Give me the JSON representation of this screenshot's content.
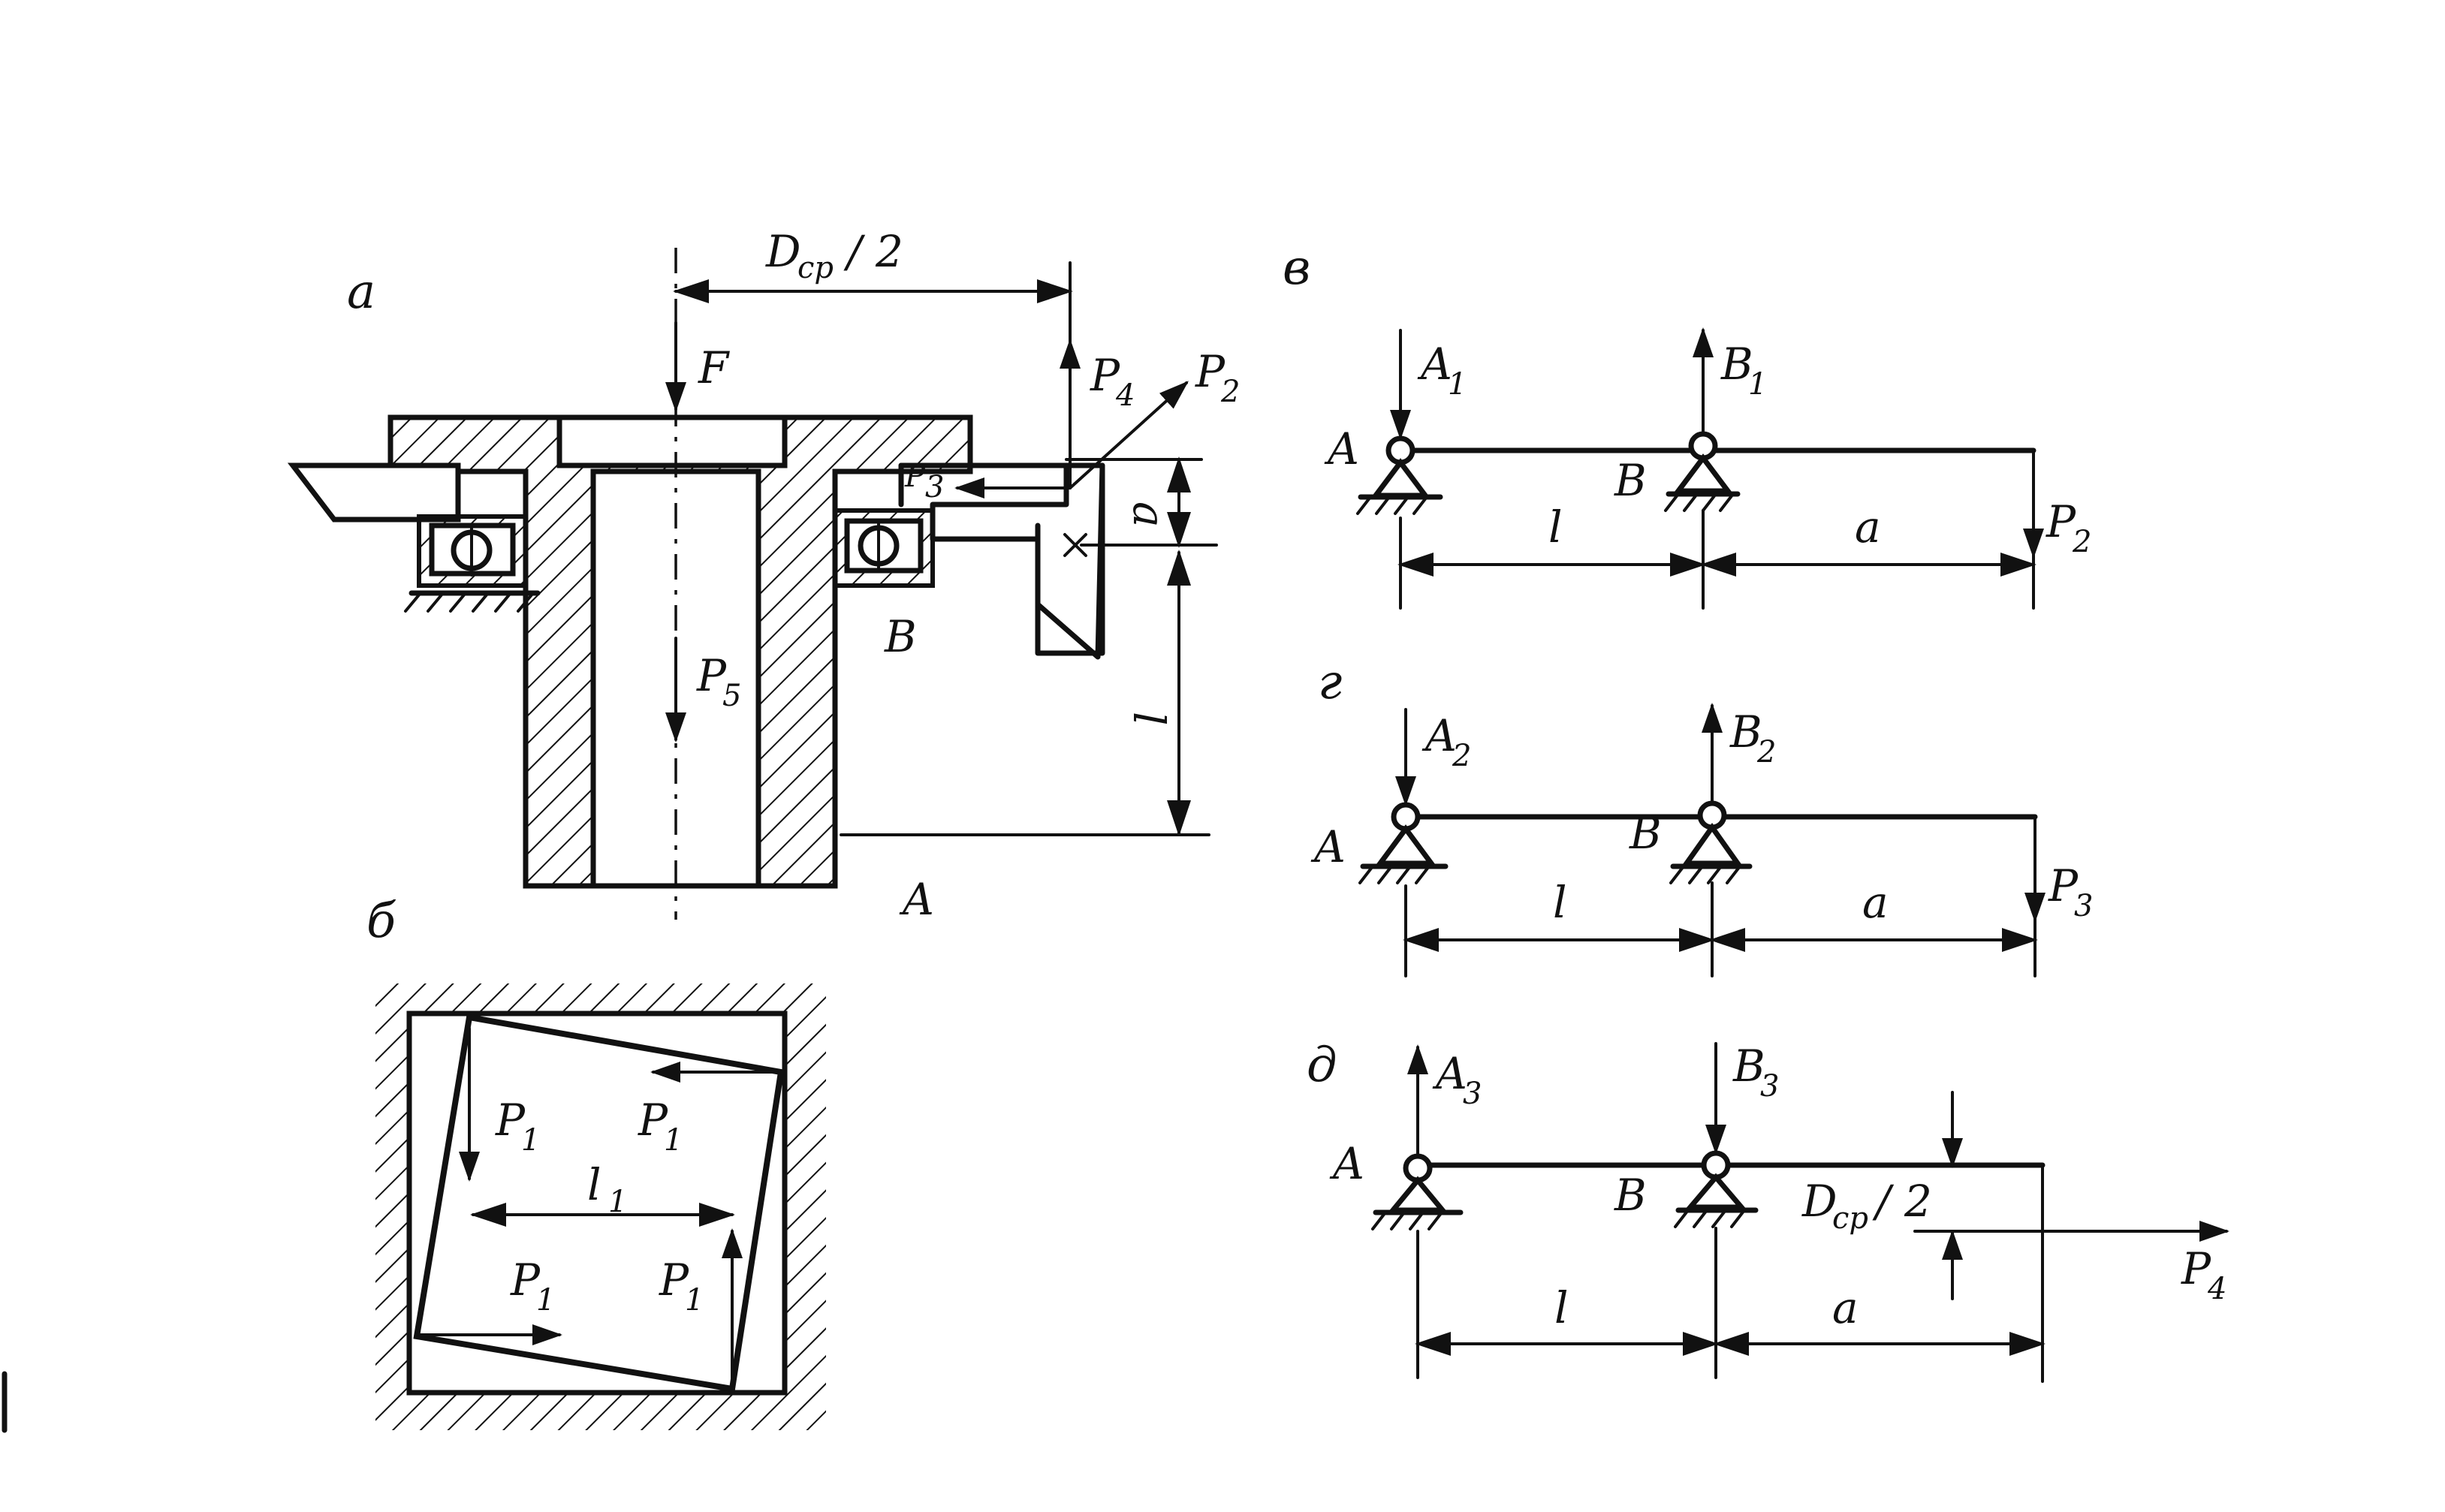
{
  "panels": {
    "a": "a",
    "b": "б",
    "v": "в",
    "g": "г",
    "d": "д"
  },
  "labels": {
    "D": "D",
    "cp": "cp",
    "slash2": "/ 2",
    "F": "F",
    "P": "P",
    "s1": "1",
    "s2": "2",
    "s3": "3",
    "s4": "4",
    "s5": "5",
    "a": "a",
    "l": "l",
    "A": "A",
    "B": "B",
    "Bvar": "B",
    "A1": "A",
    "B1s": "1",
    "l1": "l"
  }
}
